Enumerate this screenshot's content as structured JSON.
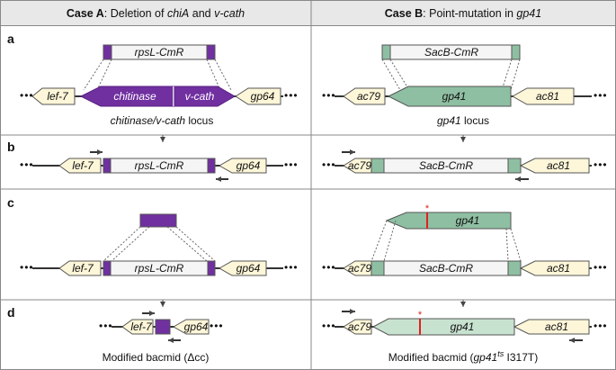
{
  "headers": {
    "case_a": {
      "bold": "Case A",
      "rest": ": Deletion of ",
      "gene1": "chiA",
      "and": " and ",
      "gene2": "v-cath"
    },
    "case_b": {
      "bold": "Case B",
      "rest": ": Point-mutation in ",
      "gene": "gp41"
    }
  },
  "rows": [
    "a",
    "b",
    "c",
    "d"
  ],
  "genes": {
    "lef7": "lef-7",
    "gp64": "gp64",
    "chitinase": "chitinase",
    "vcath": "v-cath",
    "ac79": "ac79",
    "gp41": "gp41",
    "ac81": "ac81"
  },
  "cassettes": {
    "rpsl": "rpsL-CmR",
    "sacb": "SacB-CmR"
  },
  "captions": {
    "a_locus_gene": "chitinase/v-cath",
    "a_locus_suffix": " locus",
    "b_locus_gene": "gp41",
    "b_locus_suffix": " locus",
    "a_modified": "Modified bacmid (Δcc)",
    "b_modified_prefix": "Modified bacmid (",
    "b_modified_gene": "gp41",
    "b_modified_sup": "ts",
    "b_modified_suffix": " I317T)"
  },
  "mutation_marker": "*",
  "colors": {
    "purple": "#7030a0",
    "green": "#8fbfa3",
    "light_green": "#c8e2d0",
    "cream": "#fdf6d8",
    "header_bg": "#e8e8e8",
    "grid": "#888888",
    "mutation": "#e02020"
  }
}
